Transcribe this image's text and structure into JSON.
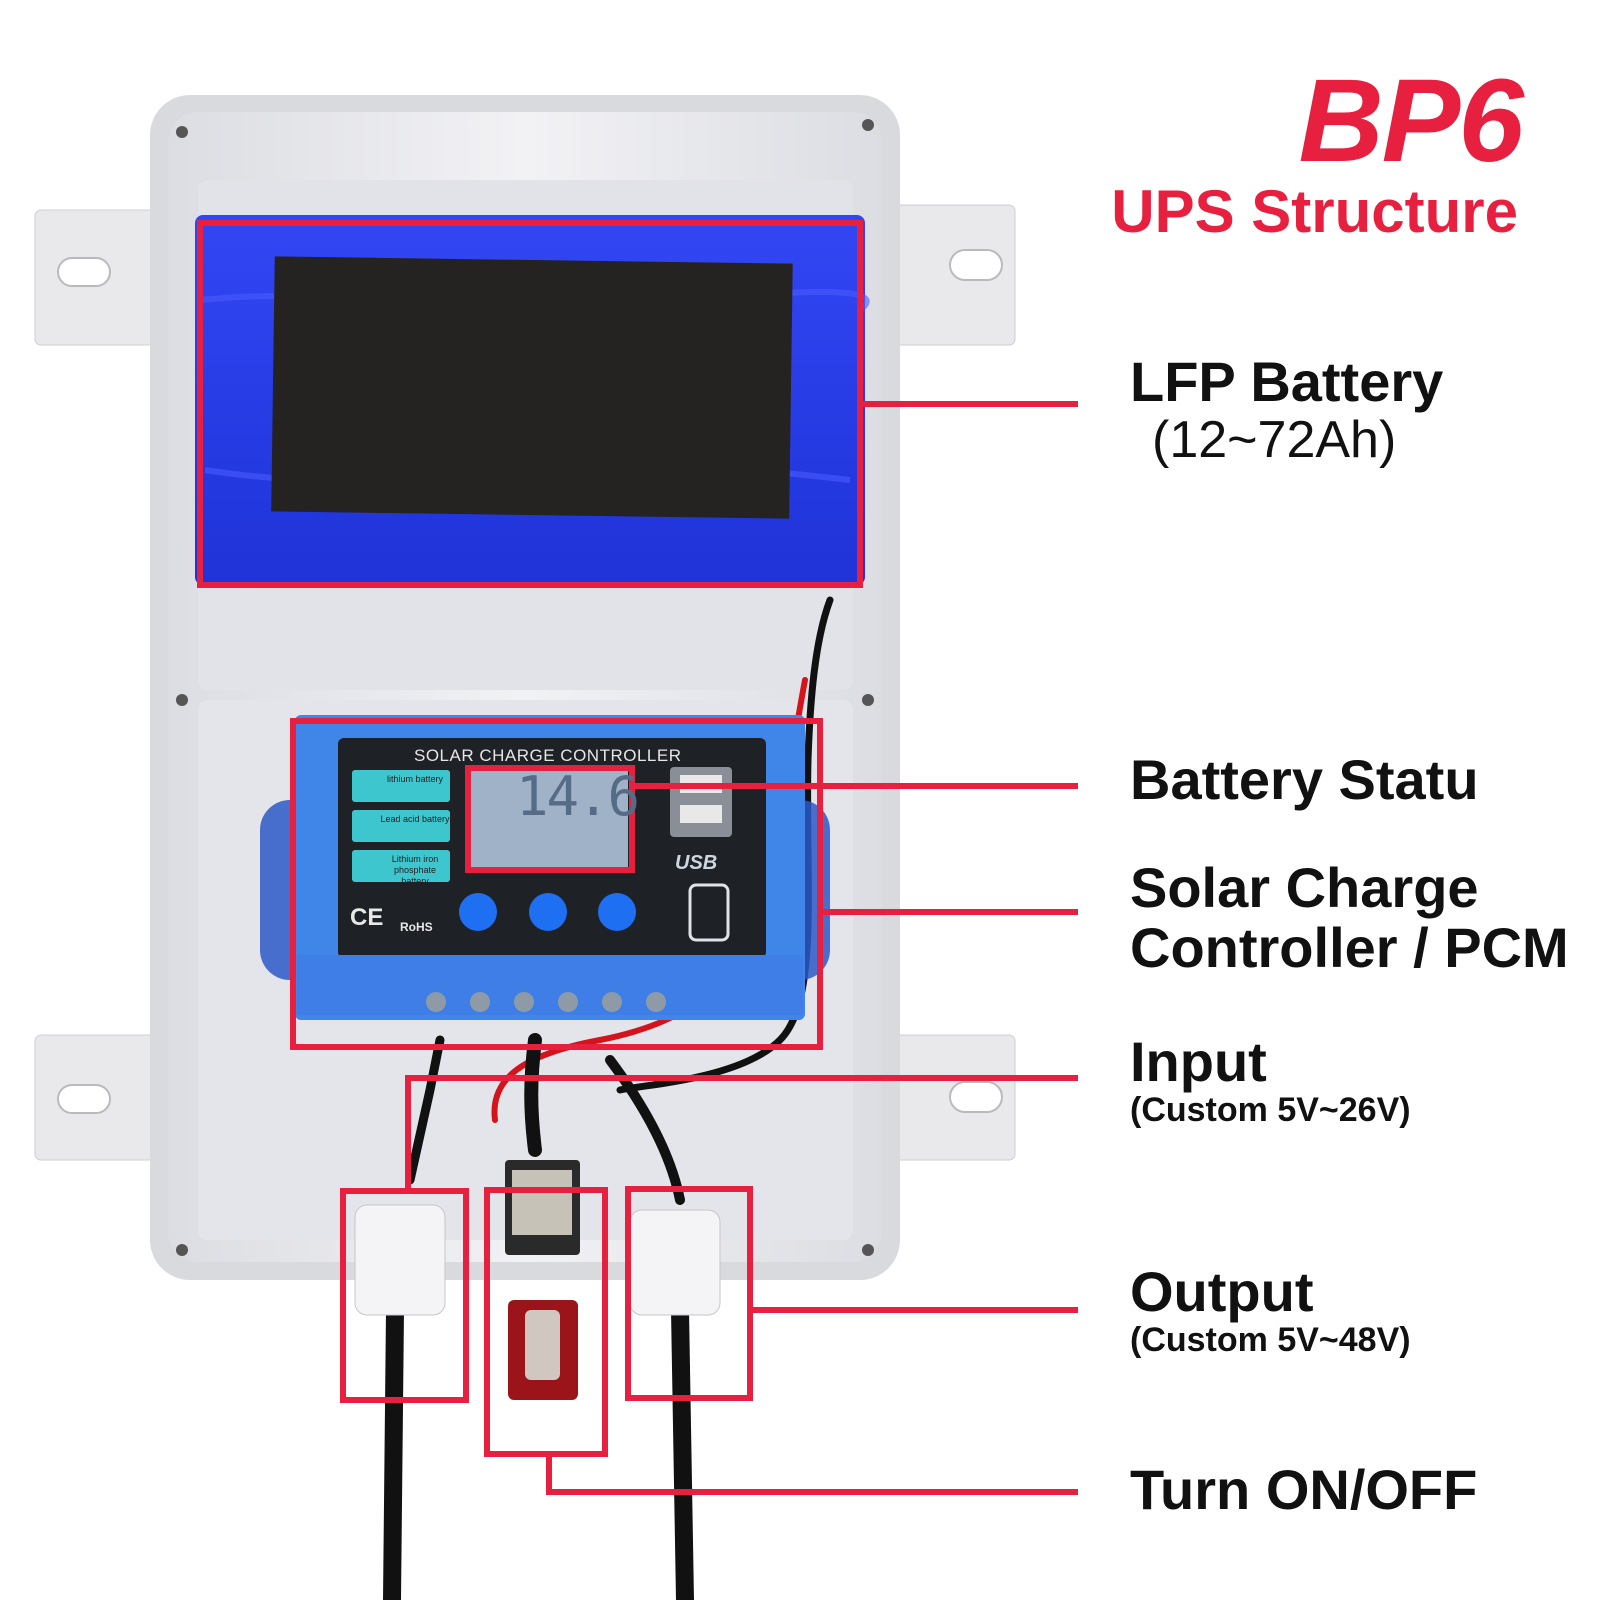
{
  "header": {
    "brand": "BP6",
    "subtitle": "UPS Structure"
  },
  "controller_face": {
    "title": "SOLAR CHARGE CONTROLLER",
    "battery_types": [
      "lithium battery",
      "Lead acid battery",
      "Lithium iron phosphate battery"
    ],
    "lcd_reading": "14.6",
    "usb_label": "USB",
    "ce_mark": "CE",
    "rohs_mark": "RoHS"
  },
  "callouts": [
    {
      "id": "battery",
      "title": "LFP Battery",
      "detail": "(12~72Ah)"
    },
    {
      "id": "status",
      "title": "Battery Statu",
      "detail": ""
    },
    {
      "id": "scc",
      "title": "Solar Charge",
      "title2": "Controller / PCM"
    },
    {
      "id": "input",
      "title": "Input",
      "detail": "(Custom 5V~26V)"
    },
    {
      "id": "output",
      "title": "Output",
      "detail": "(Custom 5V~48V)"
    },
    {
      "id": "switch",
      "title": "Turn ON/OFF",
      "detail": ""
    }
  ],
  "colors": {
    "accent": "#e8203f",
    "enclosure": "#ebebef",
    "battery_wrap": "#2a3ef0",
    "controller_body": "#3f86e8",
    "controller_face": "#1e2125"
  }
}
